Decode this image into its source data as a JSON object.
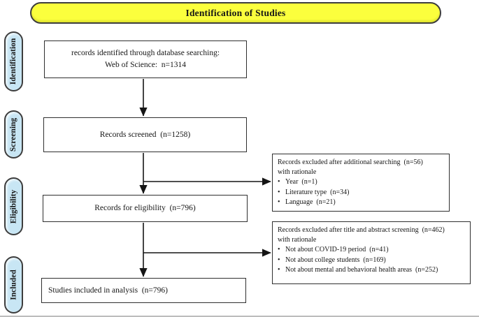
{
  "title_banner": {
    "label": "Identification of Studies"
  },
  "sidebar": {
    "stages": [
      {
        "label": "Identification"
      },
      {
        "label": "Screening"
      },
      {
        "label": "Eligibility"
      },
      {
        "label": "Included"
      }
    ]
  },
  "flow_boxes": {
    "identified": {
      "line1": "records identified through database searching:",
      "line2": "Web of Science:  n=1314"
    },
    "screened": {
      "label": "Records screened  (n=1258)"
    },
    "eligibility": {
      "label": "Records for eligibility  (n=796)"
    },
    "included": {
      "label": "Studies included in analysis  (n=796)"
    }
  },
  "exclusion_boxes": [
    {
      "title": "Records excluded after additional searching  (n=56)",
      "subtitle": "with rationale",
      "items": [
        "Year  (n=1)",
        "Literature type  (n=34)",
        "Language  (n=21)"
      ]
    },
    {
      "title": "Records excluded after title and abstract screening  (n=462)",
      "subtitle": "with rationale",
      "items": [
        "Not about COVID-19 period  (n=41)",
        "Not about college students  (n=169)",
        "Not about mental and behavioral health areas  (n=252)"
      ]
    }
  ],
  "icons": {
    "bullet": "•"
  },
  "colors": {
    "banner_fill": "#FBFF3D",
    "pill_fill": "#C8E6F4",
    "border_dark": "#3d3d3d",
    "box_border": "#2f2f2f",
    "arrow": "#151515",
    "baseline": "#bcbcbc"
  }
}
